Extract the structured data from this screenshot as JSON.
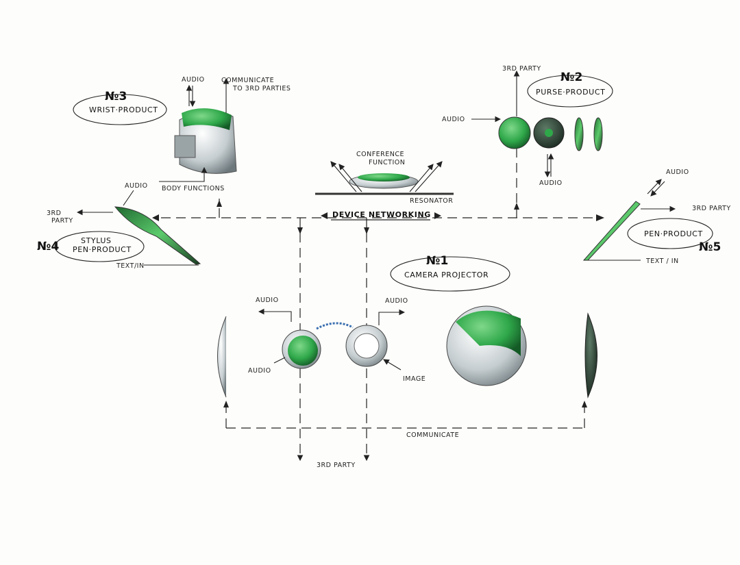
{
  "title": "DEVICE NETWORKING",
  "colors": {
    "accent": "#2fa84a",
    "ink": "#222222",
    "metal": "#b8c0c4"
  },
  "products": {
    "p1": {
      "number": "№1",
      "name": "CAMERA PROJECTOR"
    },
    "p2": {
      "number": "№2",
      "name": "PURSE·PRODUCT"
    },
    "p3": {
      "number": "№3",
      "name": "WRIST·PRODUCT"
    },
    "p4": {
      "number": "№4",
      "name_line1": "STYLUS",
      "name_line2": "PEN·PRODUCT"
    },
    "p5": {
      "number": "№5",
      "name": "PEN·PRODUCT"
    }
  },
  "labels": {
    "audio": "AUDIO",
    "communicate_line1": "COMMUNICATE",
    "communicate_line2": "TO 3RD PARTIES",
    "body_functions": "BODY FUNCTIONS",
    "third_party": "3RD PARTY",
    "third_party_l1": "3RD",
    "third_party_l2": "PARTY",
    "text_in": "TEXT/IN",
    "text_in_spaced": "TEXT / IN",
    "conference_l1": "CONFERENCE",
    "conference_l2": "FUNCTION",
    "resonator": "RESONATOR",
    "image": "IMAGE",
    "communicate": "COMMUNICATE"
  }
}
